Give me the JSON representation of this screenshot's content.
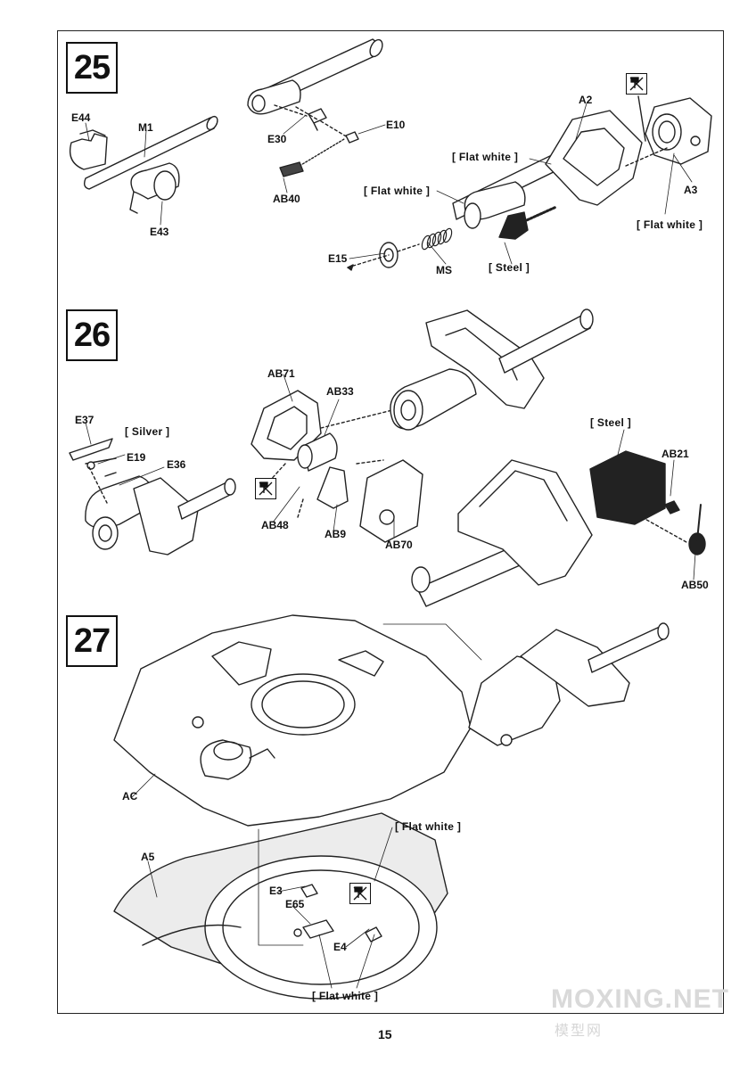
{
  "page": {
    "number": "15"
  },
  "watermark": {
    "latin": "MOXING.NET",
    "chinese": "模型网"
  },
  "steps": [
    {
      "number": "25"
    },
    {
      "number": "26"
    },
    {
      "number": "27"
    }
  ],
  "step25": {
    "parts": [
      "E44",
      "M1",
      "E43",
      "E30",
      "E10",
      "AB40",
      "A2",
      "A3",
      "E15",
      "MS"
    ],
    "notes": [
      "[ Flat white ]",
      "[ Flat white ]",
      "[ Flat white ]",
      "[ Steel ]"
    ]
  },
  "step26": {
    "parts": [
      "E37",
      "E19",
      "E36",
      "AB71",
      "AB33",
      "AB48",
      "AB9",
      "AB70",
      "AB21",
      "AB50"
    ],
    "notes": [
      "[ Silver ]",
      "[ Steel ]"
    ]
  },
  "step27": {
    "parts": [
      "AC",
      "A5",
      "E3",
      "E65",
      "E4"
    ],
    "notes": [
      "[ Flat white ]",
      "[ Flat white ]"
    ]
  },
  "icons": [
    "no-glue-icon"
  ]
}
